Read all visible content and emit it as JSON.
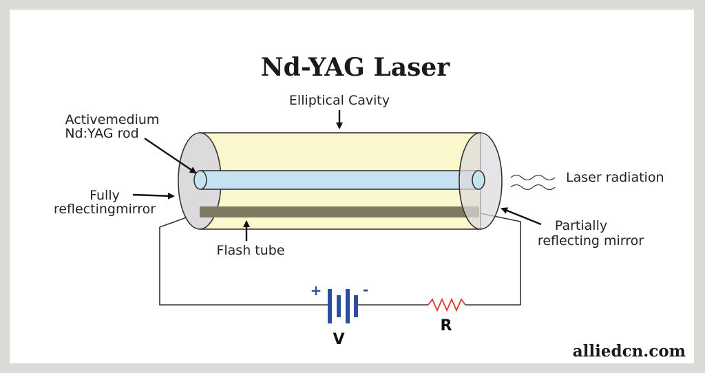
{
  "title": "Nd-YAG  Laser",
  "labels": {
    "elliptical_cavity": "Elliptical Cavity",
    "active_medium_line1": "Activemedium",
    "active_medium_line2": "Nd:YAG rod",
    "fully_line1": "Fully",
    "fully_line2": "reflectingmirror",
    "laser_radiation": "Laser radiation",
    "partially_line1": "Partially",
    "partially_line2": "reflecting mirror",
    "flash_tube": "Flash tube",
    "plus": "+",
    "minus": "-",
    "voltage": "V",
    "resistor": "R"
  },
  "watermark": "alliedcn.com",
  "colors": {
    "background": "#dcdad6",
    "cavity_fill": "#fbf8cd",
    "mirror_fill": "#dcdadc",
    "rod_fill": "#c4e2ef",
    "flash_tube_fill": "#7d7a62",
    "battery": "#2a4fa0",
    "resistor": "#d63a2a",
    "wire": "#333333"
  }
}
